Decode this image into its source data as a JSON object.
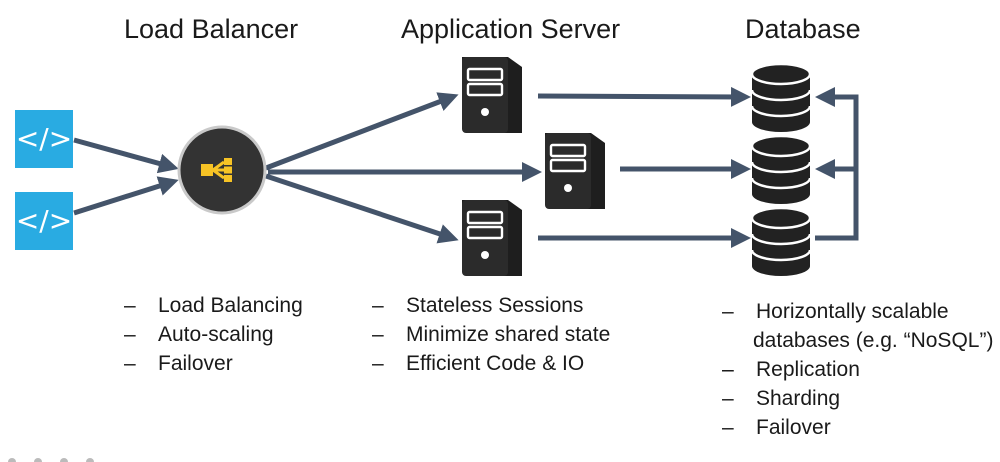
{
  "headings": {
    "load_balancer": "Load Balancer",
    "app_server": "Application Server",
    "database": "Database"
  },
  "icons": {
    "client_code": "code-brackets-icon",
    "load_balancer": "load-balancer-icon",
    "server": "server-tower-icon",
    "database": "database-stack-icon"
  },
  "colors": {
    "arrow": "#44546a",
    "client_tile": "#29abe2",
    "lb_circle": "#333333",
    "lb_glyph": "#f7c325",
    "server": "#2a2a2a",
    "database": "#222222"
  },
  "bullets": {
    "load_balancer": [
      "Load Balancing",
      "Auto-scaling",
      "Failover"
    ],
    "app_server": [
      "Stateless Sessions",
      "Minimize shared state",
      "Efficient Code & IO"
    ],
    "database": {
      "main_line1": "Horizontally scalable",
      "main_line2": "databases (e.g. “NoSQL”)",
      "sub": [
        "Replication",
        "Sharding",
        "Failover"
      ]
    }
  }
}
